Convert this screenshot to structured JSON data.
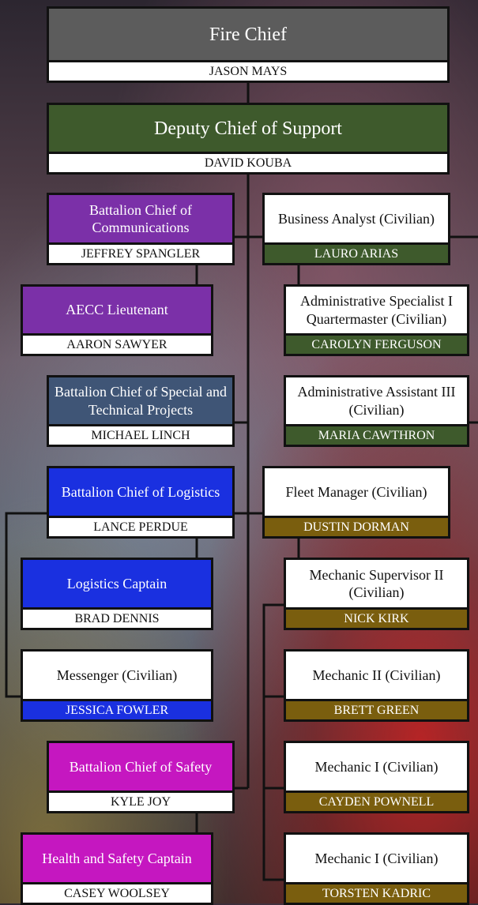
{
  "colors": {
    "chief": "#5c5c5c",
    "deputy": "#3e5a2c",
    "purple": "#7b30a8",
    "slate": "#3f5576",
    "blue": "#1a30e0",
    "magenta": "#c517c0",
    "green": "#3e5a2c",
    "olive": "#7a5e0e",
    "white": "#ffffff"
  },
  "fire_chief": {
    "title": "Fire Chief",
    "name": "JASON MAYS"
  },
  "deputy_chief": {
    "title": "Deputy Chief of Support",
    "name": "DAVID KOUBA"
  },
  "left": {
    "bc_communications": {
      "title": "Battalion Chief of Communications",
      "name": "JEFFREY SPANGLER"
    },
    "aecc_lieutenant": {
      "title": "AECC Lieutenant",
      "name": "AARON SAWYER"
    },
    "bc_special_projects": {
      "title": "Battalion Chief of Special and Technical Projects",
      "name": "MICHAEL LINCH"
    },
    "bc_logistics": {
      "title": "Battalion Chief of Logistics",
      "name": "LANCE PERDUE"
    },
    "logistics_captain": {
      "title": "Logistics Captain",
      "name": "BRAD DENNIS"
    },
    "messenger": {
      "title": "Messenger (Civilian)",
      "name": "JESSICA FOWLER"
    },
    "bc_safety": {
      "title": "Battalion Chief of Safety",
      "name": "KYLE JOY"
    },
    "health_safety_captain": {
      "title": "Health and Safety Captain",
      "name": "CASEY WOOLSEY"
    }
  },
  "right": {
    "business_analyst": {
      "title": "Business Analyst (Civilian)",
      "name": "LAURO ARIAS"
    },
    "admin_specialist": {
      "title": "Administrative Specialist I Quartermaster (Civilian)",
      "name": "CAROLYN FERGUSON"
    },
    "admin_assistant": {
      "title": "Administrative Assistant III (Civilian)",
      "name": "MARIA CAWTHRON"
    },
    "fleet_manager": {
      "title": "Fleet Manager (Civilian)",
      "name": "DUSTIN DORMAN"
    },
    "mechanic_supervisor": {
      "title": "Mechanic Supervisor II (Civilian)",
      "name": "NICK KIRK"
    },
    "mechanic_ii": {
      "title": "Mechanic II (Civilian)",
      "name": "BRETT GREEN"
    },
    "mechanic_i_a": {
      "title": "Mechanic I (Civilian)",
      "name": "CAYDEN POWNELL"
    },
    "mechanic_i_b": {
      "title": "Mechanic I (Civilian)",
      "name": "TORSTEN KADRIC"
    }
  }
}
